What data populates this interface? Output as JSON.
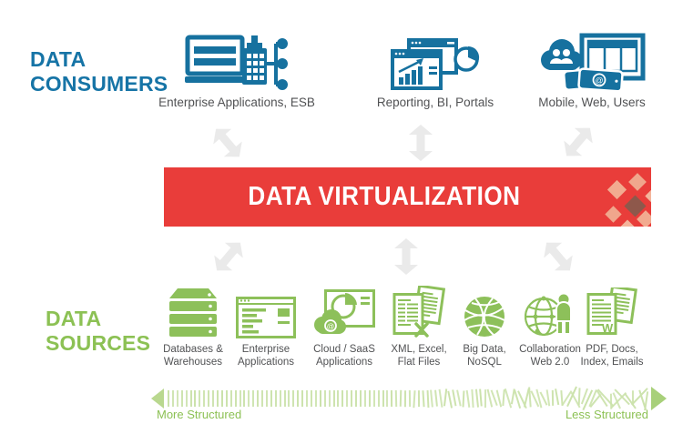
{
  "colors": {
    "blue": "#16719f",
    "heading_blue": "#1674a6",
    "green_icon": "#8dc05a",
    "green_text": "#8cc154",
    "tick_light_green": "#cbe2ab",
    "red_banner": "#e93d3a",
    "arrow_gray": "#eaeaea",
    "label_gray": "#515254",
    "diamond_light": "#f0a68c",
    "diamond_light_alt": "#f4b59c",
    "diamond_dark": "#8e584b"
  },
  "consumers": {
    "heading": [
      "DATA",
      "CONSUMERS"
    ],
    "items": [
      {
        "icon": "enterprise-esb-icon",
        "label": "Enterprise Applications, ESB"
      },
      {
        "icon": "reporting-bi-icon",
        "label": "Reporting, BI, Portals"
      },
      {
        "icon": "mobile-web-users-icon",
        "label": "Mobile, Web, Users"
      }
    ]
  },
  "banner": {
    "title": "DATA VIRTUALIZATION"
  },
  "sources": {
    "heading": [
      "DATA",
      "SOURCES"
    ],
    "items": [
      {
        "icon": "databases-icon",
        "label_lines": [
          "Databases &",
          "Warehouses"
        ]
      },
      {
        "icon": "enterprise-apps-icon",
        "label_lines": [
          "Enterprise",
          "Applications"
        ]
      },
      {
        "icon": "cloud-saas-icon",
        "label_lines": [
          "Cloud / SaaS",
          "Applications"
        ]
      },
      {
        "icon": "xml-excel-icon",
        "label_lines": [
          "XML, Excel,",
          "Flat Files"
        ]
      },
      {
        "icon": "big-data-icon",
        "label_lines": [
          "Big Data,",
          "NoSQL"
        ]
      },
      {
        "icon": "collaboration-icon",
        "label_lines": [
          "Collaboration",
          "Web 2.0"
        ]
      },
      {
        "icon": "pdf-docs-icon",
        "label_lines": [
          "PDF, Docs,",
          "Index, Emails"
        ]
      }
    ]
  },
  "scale": {
    "left_label": "More Structured",
    "right_label": "Less Structured"
  }
}
